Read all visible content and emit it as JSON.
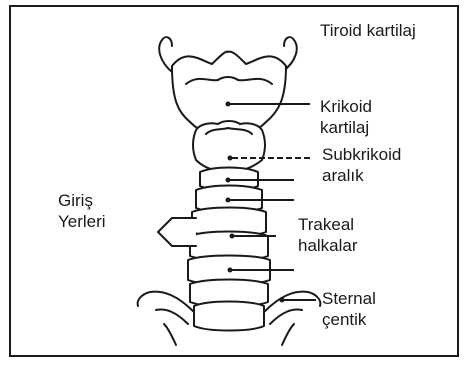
{
  "labels": {
    "tiroid": "Tiroid kartilaj",
    "krikoid": [
      "Krikoid",
      "kartilaj"
    ],
    "subkrikoid": [
      "Subkrikoid",
      "aralık"
    ],
    "giris": [
      "Giriş",
      "Yerleri"
    ],
    "trakeal": [
      "Trakeal",
      "halkalar"
    ],
    "sternal": [
      "Sternal",
      "çentik"
    ]
  }
}
